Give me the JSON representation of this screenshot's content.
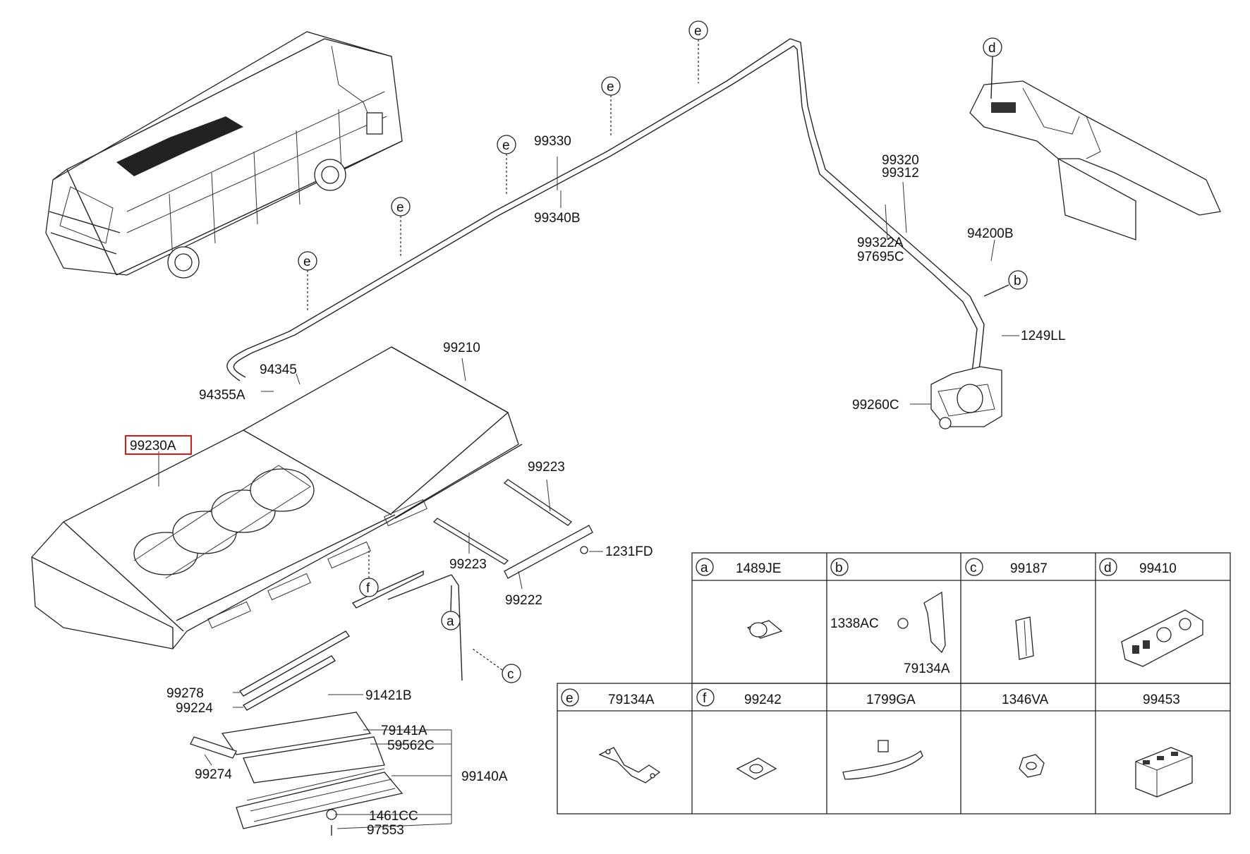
{
  "callout_labels": {
    "p99210": "99210",
    "p99230A": "99230A",
    "p94345": "94345",
    "p94355A": "94355A",
    "p99330": "99330",
    "p99340B": "99340B",
    "p99320": "99320",
    "p99312": "99312",
    "p99322A": "99322A",
    "p97695C": "97695C",
    "p94200B": "94200B",
    "p1249LL": "1249LL",
    "p99260C": "99260C",
    "p99223a": "99223",
    "p99223b": "99223",
    "p1231FD": "1231FD",
    "p99222": "99222",
    "p99278": "99278",
    "p91421B": "91421B",
    "p99224": "99224",
    "p79141A": "79141A",
    "p59562C": "59562C",
    "p99274": "99274",
    "p99140A": "99140A",
    "p1461CC": "1461CC",
    "p97553": "97553"
  },
  "reference_letters": {
    "a": "a",
    "b": "b",
    "c": "c",
    "d": "d",
    "e": "e",
    "f": "f"
  },
  "highlight_color": "#e01818",
  "legend_table": {
    "row1": [
      {
        "letter": "a",
        "part": "1489JE"
      },
      {
        "letter": "b",
        "part": "",
        "sub_labels": [
          "1338AC",
          "79134A"
        ]
      },
      {
        "letter": "c",
        "part": "99187"
      },
      {
        "letter": "d",
        "part": "99410"
      }
    ],
    "row2": [
      {
        "letter": "e",
        "part": "79134A"
      },
      {
        "letter": "f",
        "part": "99242"
      },
      {
        "letter": "",
        "part": "1799GA"
      },
      {
        "letter": "",
        "part": "1346VA"
      },
      {
        "letter": "",
        "part": "99453"
      }
    ]
  }
}
